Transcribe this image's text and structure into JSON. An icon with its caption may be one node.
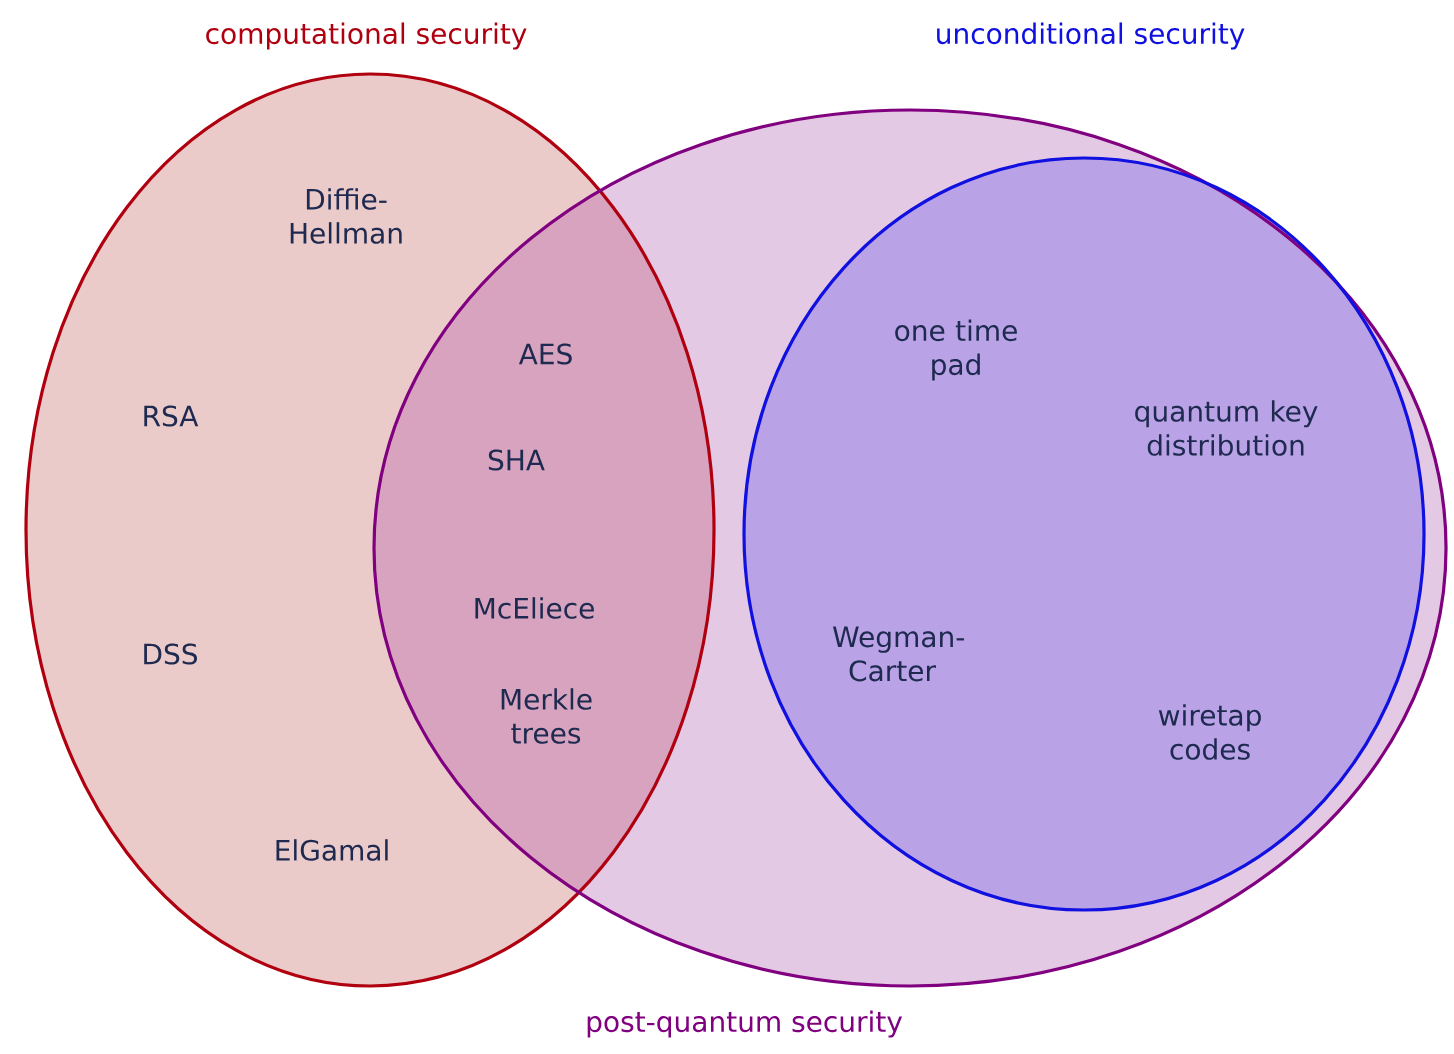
{
  "diagram": {
    "nodes": [
      {
        "text": [
          "computational security"
        ]
      },
      {
        "text": [
          "post-quantum security"
        ]
      },
      {
        "text": [
          "unconditional security"
        ],
        "in": 1
      }
    ],
    "labels": [
      "Diffie-Hellman",
      "AES",
      "RSA",
      "SHA",
      "one time pad",
      "quantum key distribution",
      "McEliece",
      "DSS",
      "Wegman-Carter",
      "Merkle trees",
      "wiretap codes",
      "ElGamal"
    ]
  }
}
